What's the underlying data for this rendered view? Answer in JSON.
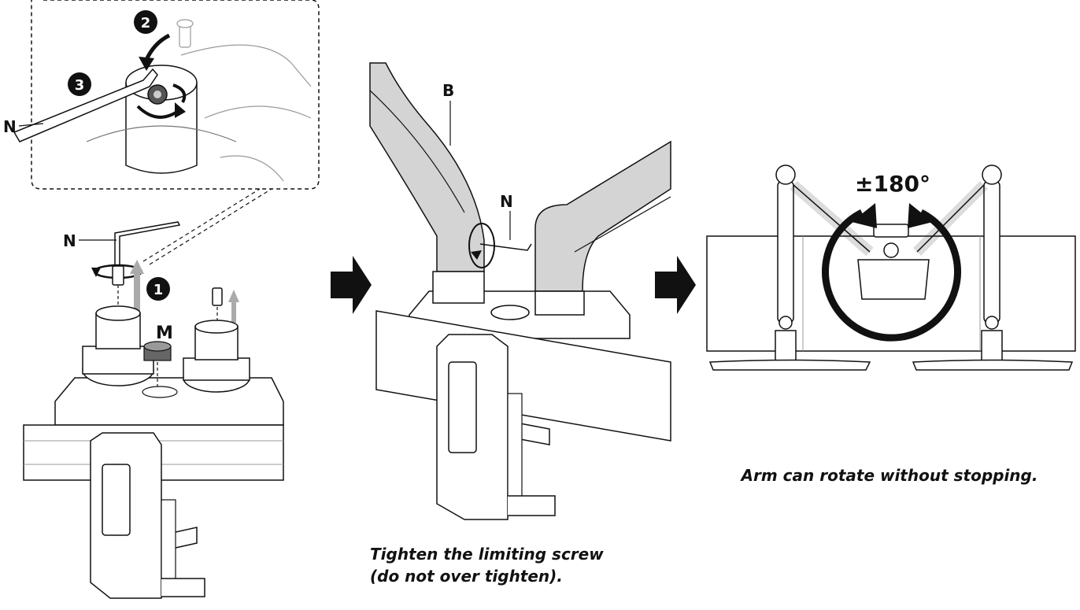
{
  "labels": {
    "n_zoom": "N",
    "n_left": "N",
    "n_mid": "N",
    "m": "M",
    "b": "B",
    "step1": "1",
    "step2": "2",
    "step3": "3",
    "rotation": "±180°"
  },
  "captions": {
    "mid_line1": "Tighten the limiting screw",
    "mid_line2": "(do not over tighten).",
    "right": "Arm can rotate without stopping."
  },
  "colors": {
    "line": "#111111",
    "arm_fill": "#d4d4d4",
    "step_fill": "#111111",
    "arrow_fill": "#111111"
  }
}
